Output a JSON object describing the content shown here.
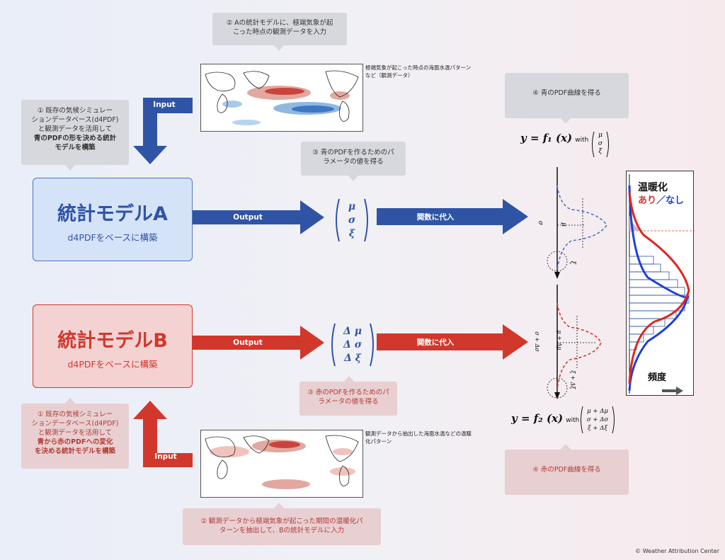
{
  "notes": {
    "top_step2": "② Aの統計モデルに、極端気象が起こった時点の観測データを入力",
    "top_step1_lines": [
      "① 既存の気候シミュレー",
      "ションデータベース(d4PDF)",
      "と観測データを活用して"
    ],
    "top_step1_bold": [
      "青のPDFの形を決める統計",
      "モデルを構築"
    ],
    "step3_blue": "③ 青のPDFを作るためのパラメータの値を得る",
    "step4_blue": "④ 青のPDF曲線を得る",
    "bottom_step1_lines": [
      "① 既存の気候シミュレー",
      "ションデータベース(d4PDF)",
      "と観測データを活用して"
    ],
    "bottom_step1_bold": [
      "青から赤のPDFへの変化",
      "を決める統計モデルを構築"
    ],
    "step3_red": "③ 赤のPDFを作るためのパラメータの値を得る",
    "step4_red": "④ 赤のPDF曲線を得る",
    "bottom_step2": "② 観測データから極端気象が起こった期間の温暖化パターンを抽出して、Bの統計モデルに入力"
  },
  "models": {
    "a_title": "統計モデルA",
    "a_sub": "d4PDFをベースに構築",
    "b_title": "統計モデルB",
    "b_sub": "d4PDFをベースに構築"
  },
  "arrows": {
    "input_top": "Input",
    "input_bottom": "Input",
    "output_top": "Output",
    "output_bottom": "Output",
    "substitute_top": "関数に代入",
    "substitute_bottom": "関数に代入"
  },
  "params": {
    "blue": [
      "μ",
      "σ",
      "ξ"
    ],
    "red": [
      "Δ μ",
      "Δ σ",
      "Δ ξ"
    ]
  },
  "maps": {
    "top_caption": "極端気象が起こった時点の海面水温パターンなど（観測データ）",
    "bottom_caption": "観測データから抽出した海面水温などの温暖化パターン"
  },
  "equations": {
    "f1": "y = f₁ (x)",
    "f2": "y = f₂ (x)",
    "with": "with",
    "f1_params": [
      "μ",
      "σ",
      "ξ"
    ],
    "f2_params": [
      "μ + Δμ",
      "σ + Δσ",
      "ξ + Δξ"
    ]
  },
  "curve_labels": {
    "blue_sigma": "σ",
    "blue_mu": "μ",
    "blue_xi": "ξ",
    "red_sigma": "σ + Δσ",
    "red_mu": "μ + Δμ",
    "red_xi": "ξ + Δξ"
  },
  "histogram": {
    "title": "温暖化",
    "with_label": "あり",
    "separator": "／",
    "without_label": "なし",
    "xlabel": "頻度"
  },
  "colors": {
    "blue": "#2f54a6",
    "red": "#d2372c",
    "blue_box_bg": "#d5e3f8",
    "red_box_bg": "#f4d2d2"
  },
  "copyright": "© Weather Attribution Center"
}
